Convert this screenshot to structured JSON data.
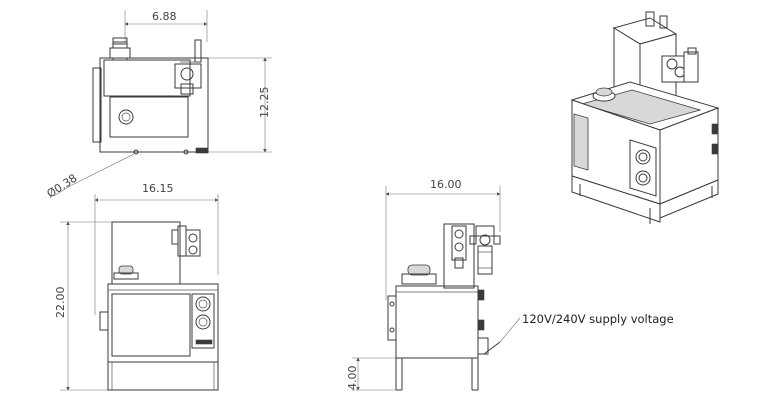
{
  "dimensions": {
    "top_width": "6.88",
    "top_height": "12.25",
    "hole_diameter": "Ø0.38",
    "front_width": "16.15",
    "front_height": "22.00",
    "side_width": "16.00",
    "leg_height": "4.00"
  },
  "callouts": {
    "supply_voltage": "120V/240V supply voltage"
  }
}
